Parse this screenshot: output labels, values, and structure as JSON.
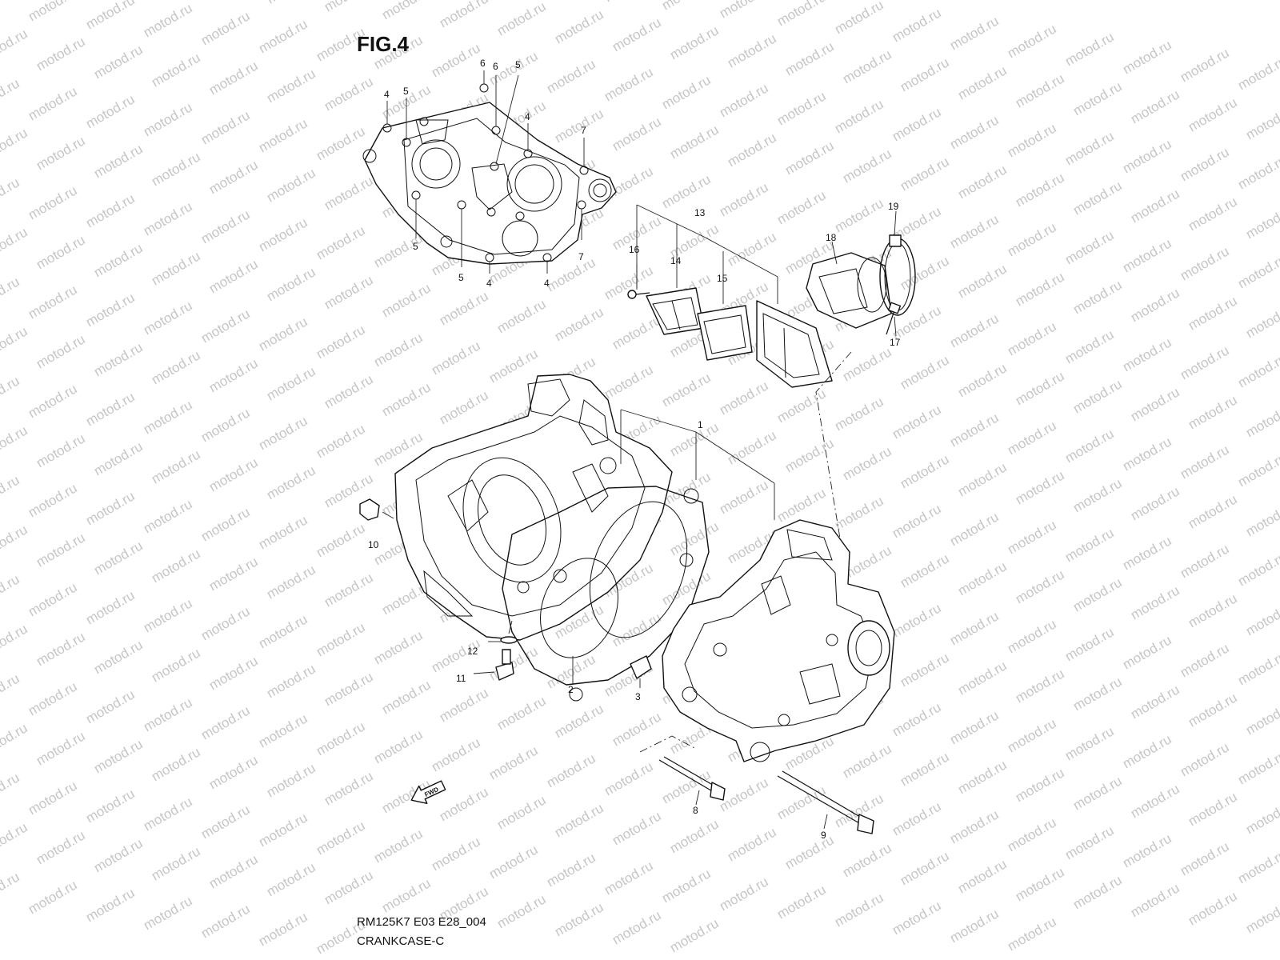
{
  "figure": {
    "title": "FIG.4",
    "code": "RM125K7 E03 E28_004",
    "name": "CRANKCASE-C",
    "watermark": "motod.ru",
    "fwd_label": "FWD"
  },
  "callouts": [
    {
      "id": "c-4a",
      "label": "4"
    },
    {
      "id": "c-5a",
      "label": "5"
    },
    {
      "id": "c-6a",
      "label": "6"
    },
    {
      "id": "c-6b",
      "label": "6"
    },
    {
      "id": "c-5b",
      "label": "5"
    },
    {
      "id": "c-4b",
      "label": "4"
    },
    {
      "id": "c-7a",
      "label": "7"
    },
    {
      "id": "c-7b",
      "label": "7"
    },
    {
      "id": "c-5c",
      "label": "5"
    },
    {
      "id": "c-5d",
      "label": "5"
    },
    {
      "id": "c-4c",
      "label": "4"
    },
    {
      "id": "c-4d",
      "label": "4"
    },
    {
      "id": "c-13",
      "label": "13"
    },
    {
      "id": "c-14",
      "label": "14"
    },
    {
      "id": "c-15",
      "label": "15"
    },
    {
      "id": "c-16",
      "label": "16"
    },
    {
      "id": "c-17",
      "label": "17"
    },
    {
      "id": "c-18",
      "label": "18"
    },
    {
      "id": "c-19",
      "label": "19"
    },
    {
      "id": "c-1",
      "label": "1"
    },
    {
      "id": "c-10",
      "label": "10"
    },
    {
      "id": "c-12",
      "label": "12"
    },
    {
      "id": "c-11",
      "label": "11"
    },
    {
      "id": "c-2",
      "label": "2"
    },
    {
      "id": "c-3",
      "label": "3"
    },
    {
      "id": "c-8",
      "label": "8"
    },
    {
      "id": "c-9",
      "label": "9"
    }
  ]
}
